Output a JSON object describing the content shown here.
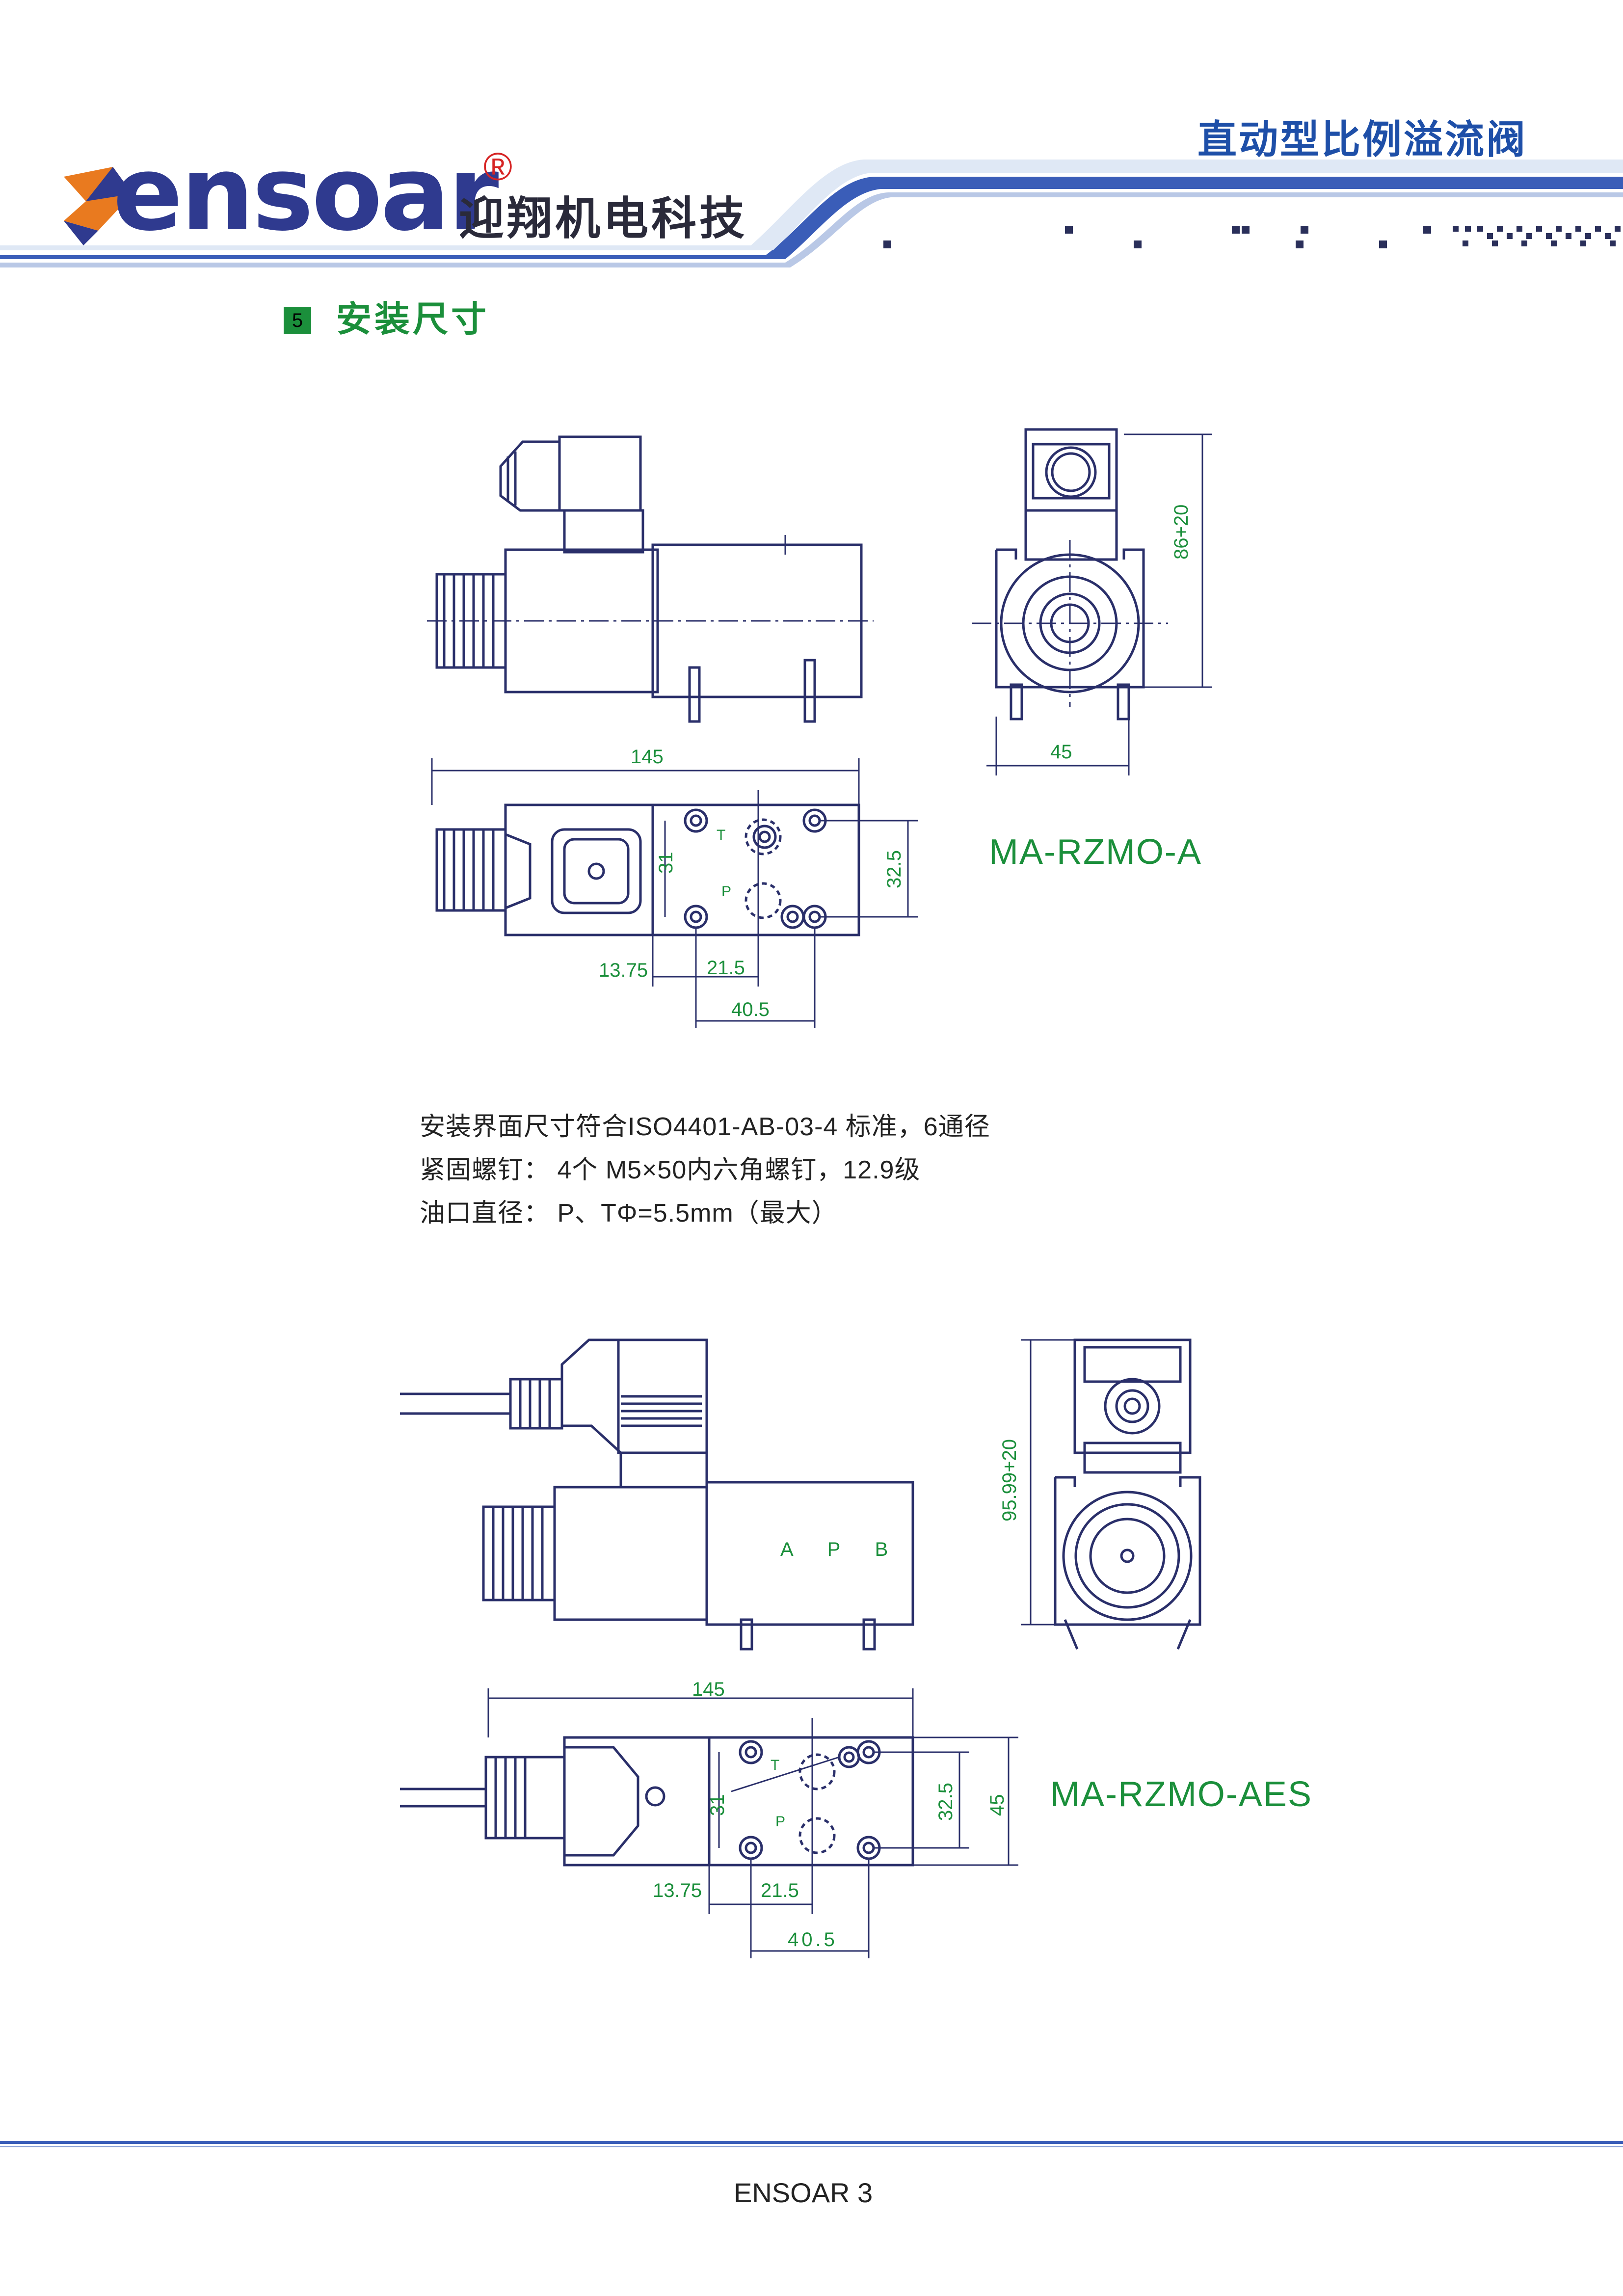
{
  "header": {
    "brand": "ensoar",
    "registered_mark": "®",
    "company_cn": "迎翔机电科技",
    "title": "直动型比例溢流阀",
    "colors": {
      "brand_blue": "#2f3a8f",
      "accent_orange": "#e97a1f",
      "accent_red": "#d62424",
      "title_blue": "#1e4fa8"
    }
  },
  "section": {
    "number": "5",
    "title": "安装尺寸",
    "color": "#1b8f3b"
  },
  "drawing_a": {
    "model": "MA-RZMO-A",
    "dim_height": "86+20",
    "dim_width_side": "45",
    "dim_length": "145",
    "dim_31": "31",
    "dim_32_5": "32.5",
    "dim_13_75": "13.75",
    "dim_21_5": "21.5",
    "dim_40_5": "40.5",
    "port_t": "T",
    "port_p": "P"
  },
  "specs": {
    "line1": "安装界面尺寸符合ISO4401-AB-03-4 标准，6通径",
    "line2": "紧固螺钉：  4个 M5×50内六角螺钉，12.9级",
    "line3": "油口直径：  P、TΦ=5.5mm（最大）"
  },
  "drawing_b": {
    "model": "MA-RZMO-AES",
    "label_apb": "A P B",
    "dim_height": "95.99+20",
    "dim_length": "145",
    "dim_31": "31",
    "dim_32_5": "32.5",
    "dim_45": "45",
    "dim_13_75": "13.75",
    "dim_21_5": "21.5",
    "dim_40_5": "40.5",
    "port_t": "T",
    "port_p": "P"
  },
  "footer": {
    "text": "ENSOAR  3"
  }
}
